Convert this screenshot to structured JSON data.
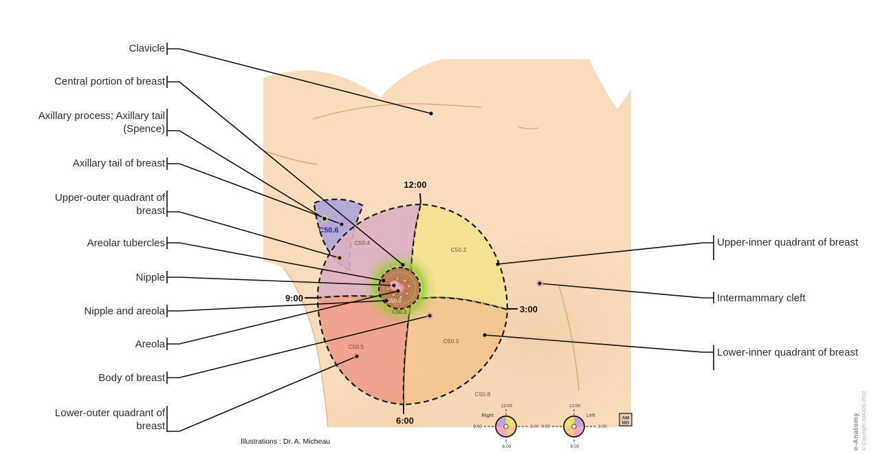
{
  "labels": {
    "left": [
      "Clavicle",
      "Central portion of breast",
      "Axillary process; Axillary tail (Spence)",
      "Axillary tail of breast",
      "Upper-outer quadrant of breast",
      "Areolar tubercles",
      "Nipple",
      "Nipple and areola",
      "Areola",
      "Body of breast",
      "Lower-outer quadrant of breast"
    ],
    "right": [
      "Upper-inner quadrant of breast",
      "Intermammary cleft",
      "Lower-inner quadrant of breast"
    ]
  },
  "regions": {
    "c500": "C50.0",
    "c501": "C50.1",
    "c502": "C50.2",
    "c503": "C50.3",
    "c504": "C50.4",
    "c505": "C50.5",
    "c506": "C50.6",
    "c508": "C50.8"
  },
  "clock": {
    "twelve": "12:00",
    "three": "3:00",
    "six": "6:00",
    "nine": "9:00"
  },
  "legend": {
    "right_title": "Right",
    "left_title": "Left"
  },
  "stamp": {
    "line1": "AM",
    "line2": "MD"
  },
  "footer": {
    "credit": "Illustrations : Dr. A. Micheau"
  },
  "branding": {
    "product": "e-Anatomy",
    "copyright": "© Copyright IMAIOS 2022"
  },
  "colors": {
    "skin": "#f8dcbc",
    "region_c50_6": "#b3a5d6",
    "region_c50_4": "#dcaec2",
    "region_c50_2": "#f3e28f",
    "region_c50_5": "#ee9c87",
    "region_c50_3": "#f3c48e",
    "areola": "#bc8656",
    "glow": "#9ccc3e",
    "outline": "#1c1c1c"
  }
}
